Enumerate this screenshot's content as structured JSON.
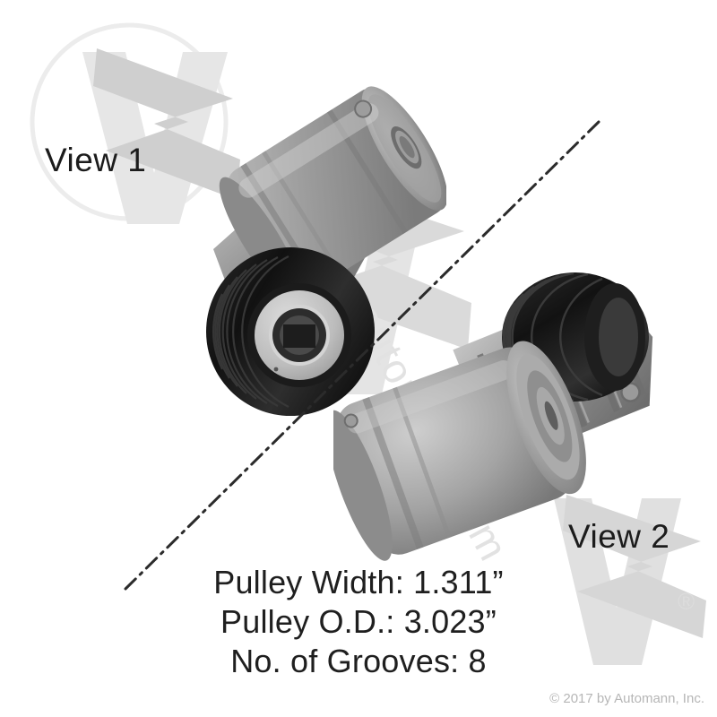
{
  "background_color": "#ffffff",
  "labels": {
    "view1": "View 1",
    "view2": "View 2"
  },
  "specifications": [
    "Pulley Width: 1.311”",
    "Pulley O.D.: 3.023”",
    "No. of Grooves: 8"
  ],
  "spec_values": {
    "pulley_width_in": "1.311",
    "pulley_od_in": "3.023",
    "number_of_grooves": "8"
  },
  "copyright": "© 2017 by Automann, Inc.",
  "watermark": {
    "logo_name": "automann-a-logo",
    "text": "automann.com",
    "color": "#e2e2e2",
    "registered_mark": "®"
  },
  "divider": {
    "name": "dash-dot-diagonal-divider",
    "color": "#2b2b2b",
    "pattern": "dash-dot"
  },
  "product": {
    "name": "serpentine-belt-tensioner",
    "pulley_color": "#1a1a1a",
    "body_color": "#9a9a9a"
  }
}
